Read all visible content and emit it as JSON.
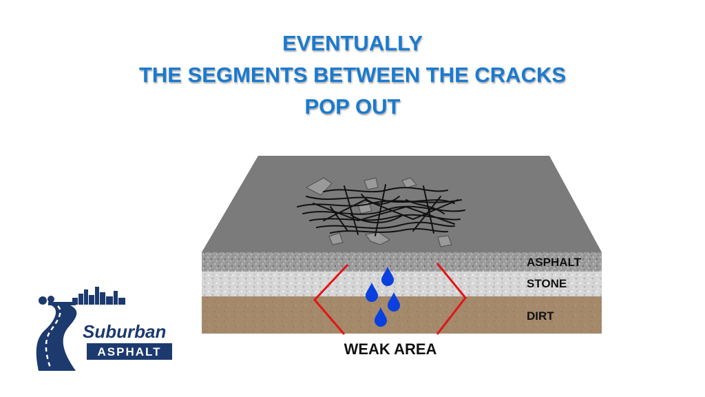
{
  "title": {
    "line1": "EVENTUALLY",
    "line2": "THE SEGMENTS BETWEEN THE CRACKS",
    "line3": "POP OUT"
  },
  "layers": {
    "asphalt": "ASPHALT",
    "stone": "STONE",
    "dirt": "DIRT"
  },
  "weak_area_label": "WEAK AREA",
  "logo": {
    "brand": "Suburban",
    "product": "ASPHALT"
  },
  "colors": {
    "title": "#1a7ad0",
    "bracket": "#e31414",
    "water": "#0a3fe0",
    "dirt": "#a4896b",
    "top_surface": "#7b7b7b",
    "logo_navy": "#1d3a6e"
  },
  "icons": [
    "water-drop-icon",
    "city-skyline-icon",
    "winding-road-icon"
  ]
}
